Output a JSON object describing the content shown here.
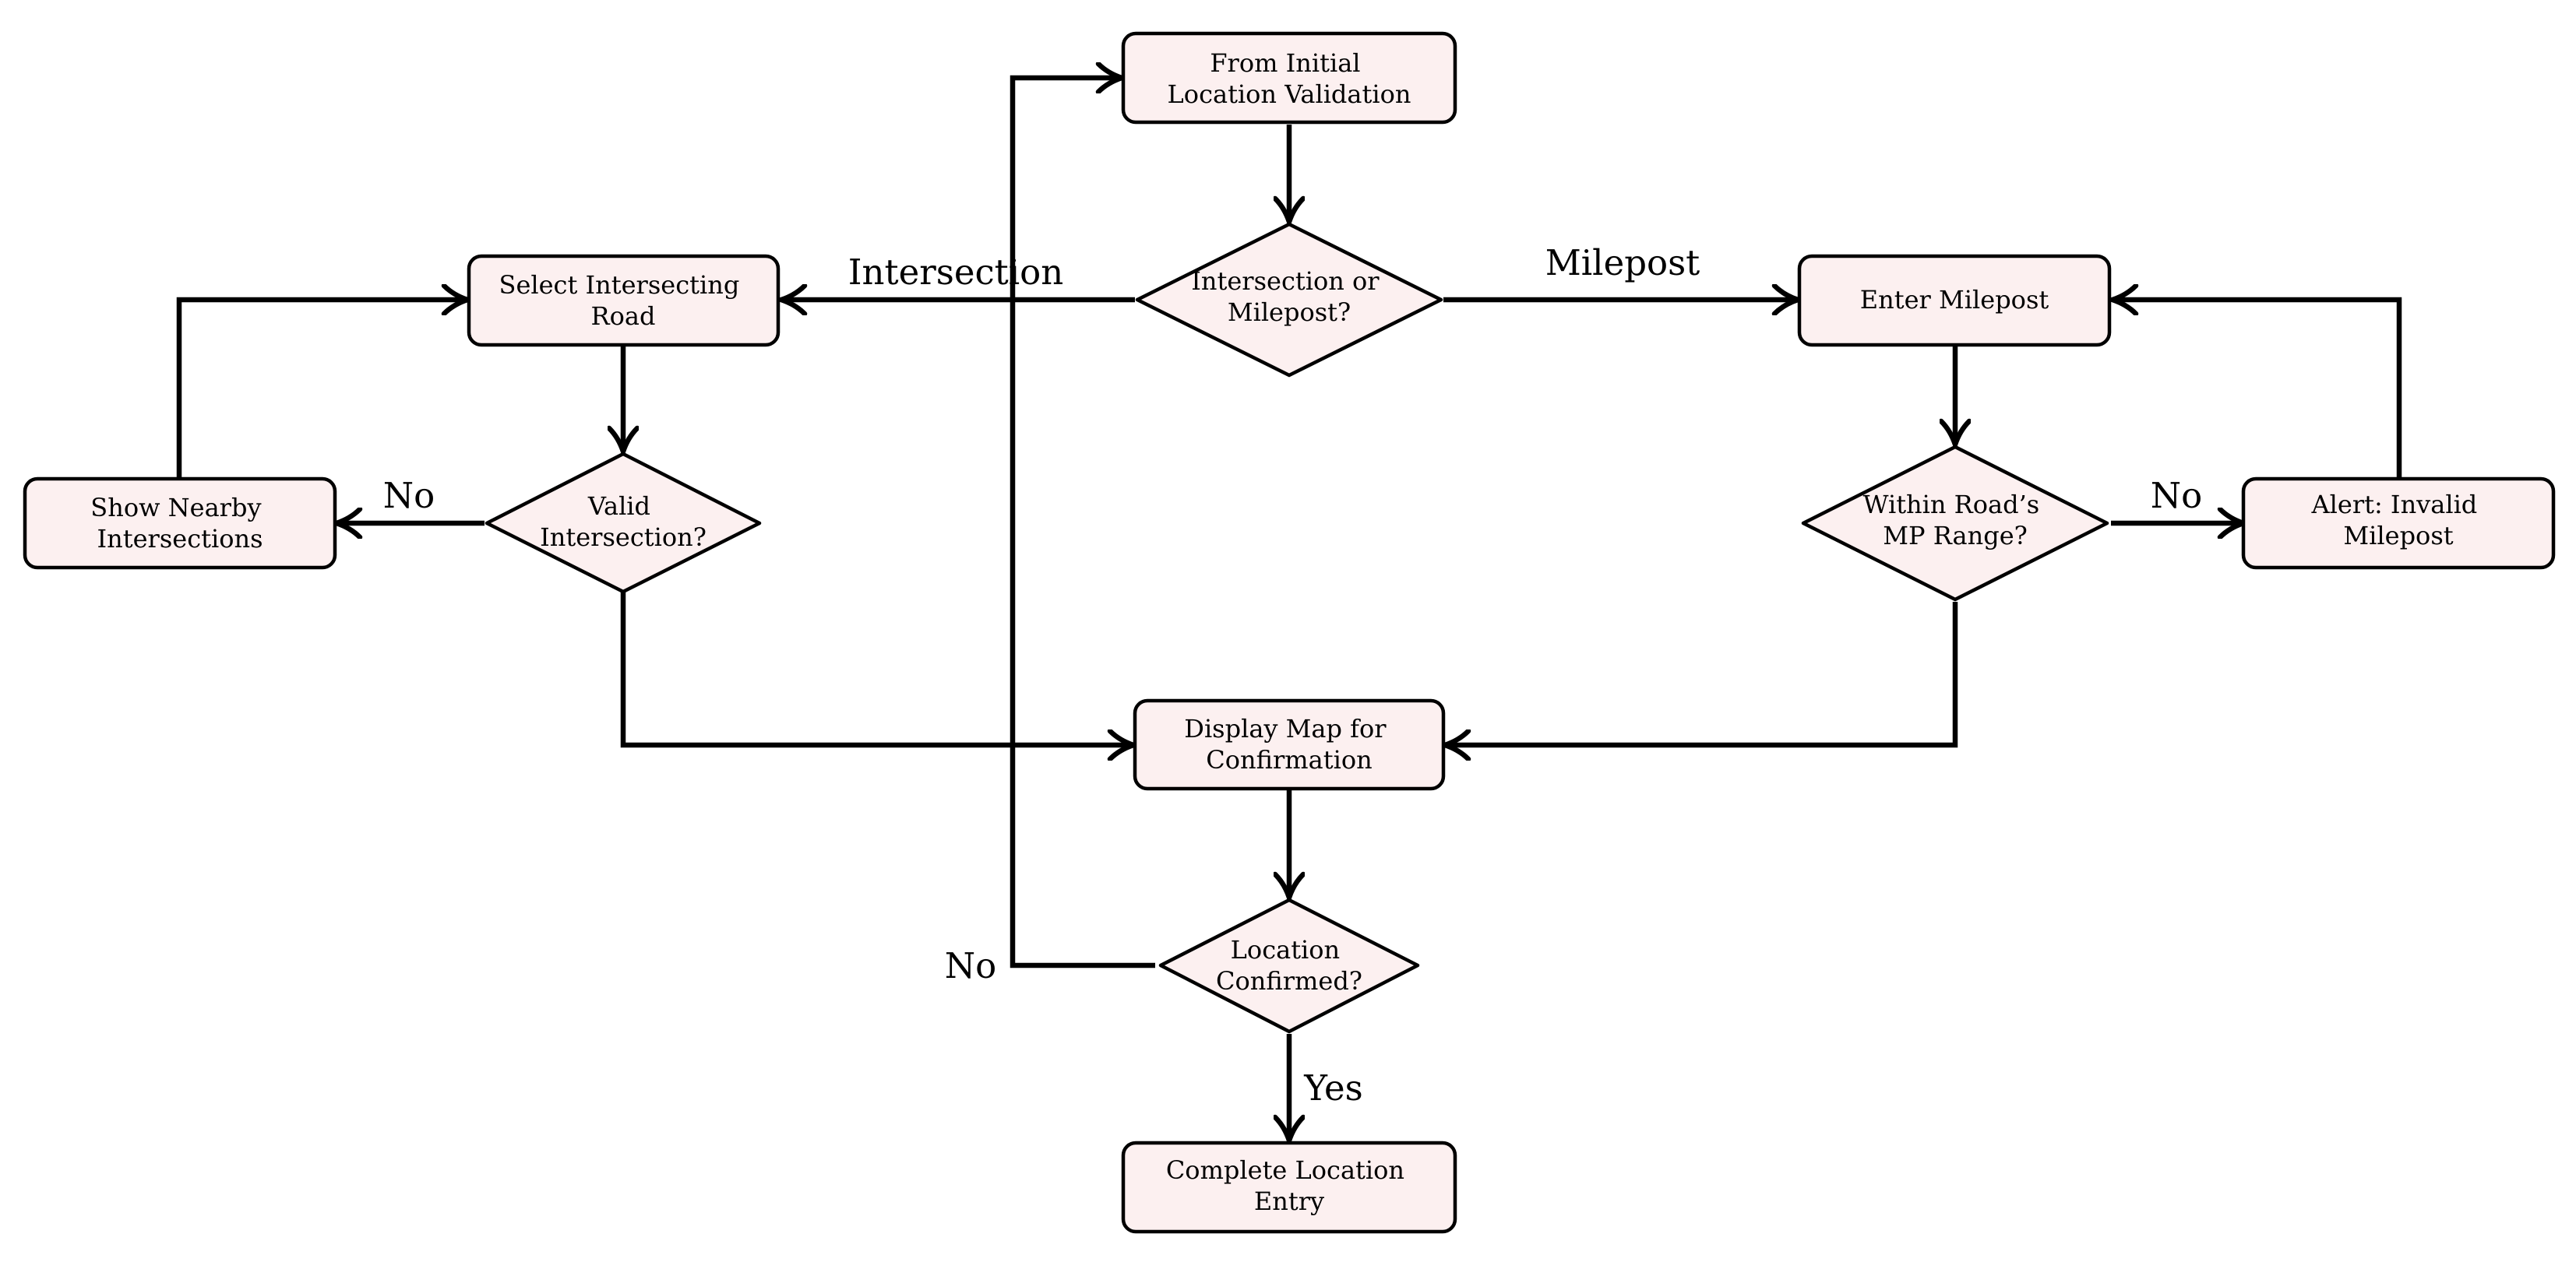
{
  "colors": {
    "node_fill": "#fcf0f0",
    "stroke": "#000000",
    "background": "#ffffff"
  },
  "nodes": {
    "start": {
      "lines": [
        "From Initial",
        "Location Validation"
      ]
    },
    "choice": {
      "lines": [
        "Intersection or",
        "Milepost?"
      ]
    },
    "select_road": {
      "lines": [
        "Select Intersecting",
        "Road"
      ]
    },
    "enter_milepost": {
      "lines": [
        "Enter Milepost"
      ]
    },
    "valid_intersection": {
      "lines": [
        "Valid",
        "Intersection?"
      ]
    },
    "show_nearby": {
      "lines": [
        "Show Nearby",
        "Intersections"
      ]
    },
    "within_range": {
      "lines": [
        "Within Road’s",
        "MP Range?"
      ]
    },
    "alert_invalid": {
      "lines": [
        "Alert: Invalid",
        "Milepost"
      ]
    },
    "display_map": {
      "lines": [
        "Display Map for",
        "Confirmation"
      ]
    },
    "confirmed": {
      "lines": [
        "Location",
        "Confirmed?"
      ]
    },
    "complete": {
      "lines": [
        "Complete Location",
        "Entry"
      ]
    }
  },
  "edge_labels": {
    "intersection": "Intersection",
    "milepost": "Milepost",
    "no_valid": "No",
    "no_range": "No",
    "no_confirm": "No",
    "yes_confirm": "Yes"
  }
}
